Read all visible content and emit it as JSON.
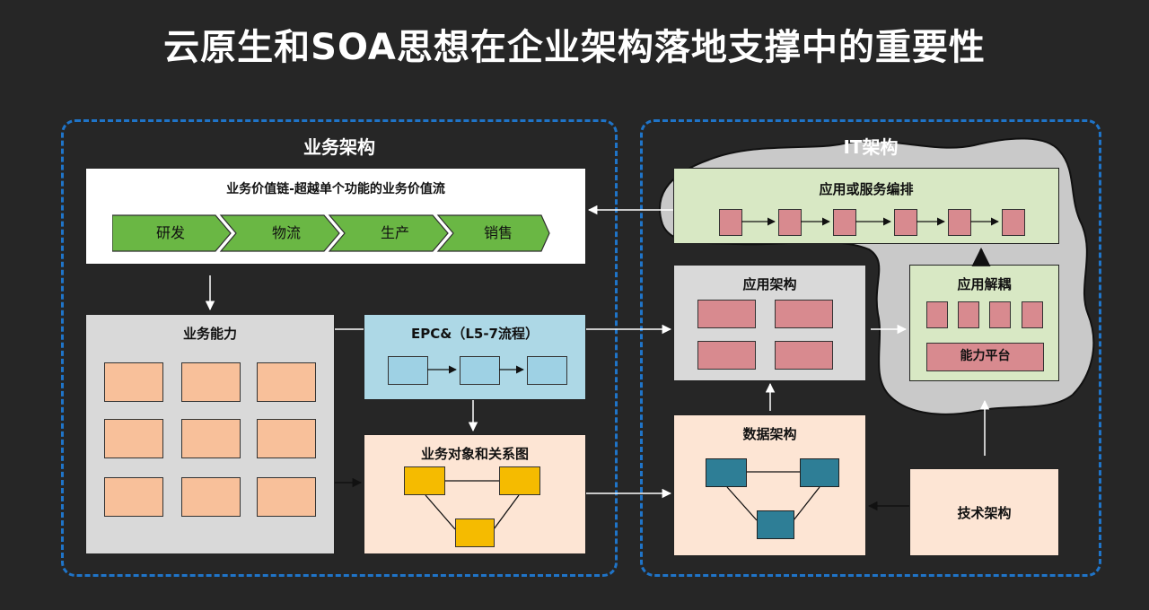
{
  "title": "云原生和SOA思想在企业架构落地支撑中的重要性",
  "business": {
    "label": "业务架构",
    "value_chain": {
      "title": "业务价值链-超越单个功能的业务价值流",
      "stages": [
        "研发",
        "物流",
        "生产",
        "销售"
      ]
    },
    "capability": {
      "title": "业务能力"
    },
    "epc": {
      "title": "EPC&（L5-7流程）"
    },
    "objects": {
      "title": "业务对象和关系图"
    }
  },
  "it": {
    "label": "IT架构",
    "orchestration": {
      "title": "应用或服务编排"
    },
    "app_arch": {
      "title": "应用架构"
    },
    "decouple": {
      "title": "应用解耦",
      "platform": "能力平台"
    },
    "data_arch": {
      "title": "数据架构"
    },
    "tech_arch": {
      "title": "技术架构"
    }
  },
  "colors": {
    "background": "#262626",
    "frame": "#1f74c8",
    "chevron": "#6ab744",
    "orange": "#f8c09a",
    "pink": "#d88a8f",
    "light_blue": "#9ed1e4",
    "teal": "#2e7e96",
    "gold": "#f5bb00"
  }
}
